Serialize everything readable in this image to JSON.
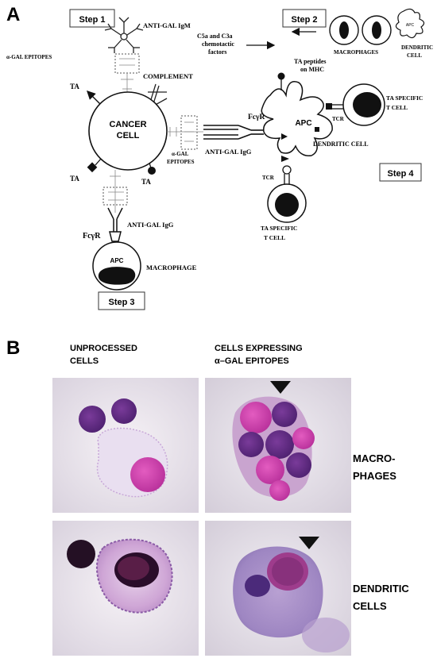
{
  "panel_a": {
    "letter": "A",
    "steps": {
      "step1": "Step 1",
      "step2": "Step 2",
      "step3": "Step 3",
      "step4": "Step 4"
    },
    "labels": {
      "anti_gal_igm": "ANTI-GAL IgM",
      "alpha_gal_epitopes_top": "α-GAL EPITOPES",
      "complement": "COMPLEMENT",
      "c5a_line1": "C5a and C3a",
      "c5a_line2": "chemotactic",
      "c5a_line3": "factors",
      "macrophages": "MACROPHAGES",
      "dendritic_line1": "DENDRITIC",
      "dendritic_line2": "CELL",
      "apc_small": "APC",
      "ta_peptides_line1": "TA  peptides",
      "ta_peptides_line2": "on MHC",
      "ta_specific_line1": "TA SPECIFIC",
      "ta_specific_line2": "T CELL",
      "tcr": "TCR",
      "apc": "APC",
      "fcgr": "FcγR",
      "cancer_line1": "CANCER",
      "cancer_line2": "CELL",
      "ta": "TA",
      "alpha_gal_mid_line1": "α-GAL",
      "alpha_gal_mid_line2": "EPITOPES",
      "anti_gal_igg": "ANTI-GAL IgG",
      "dendritic_cell": "DENDRITIC CELL",
      "macrophage": "MACROPHAGE"
    }
  },
  "panel_b": {
    "letter": "B",
    "col1_line1": "UNPROCESSED",
    "col1_line2": "CELLS",
    "col2_line1": "CELLS EXPRESSING",
    "col2_line2": "α–GAL EPITOPES",
    "row1_line1": "MACRO-",
    "row1_line2": "PHAGES",
    "row2_line1": "DENDRITIC",
    "row2_line2": "CELLS"
  }
}
